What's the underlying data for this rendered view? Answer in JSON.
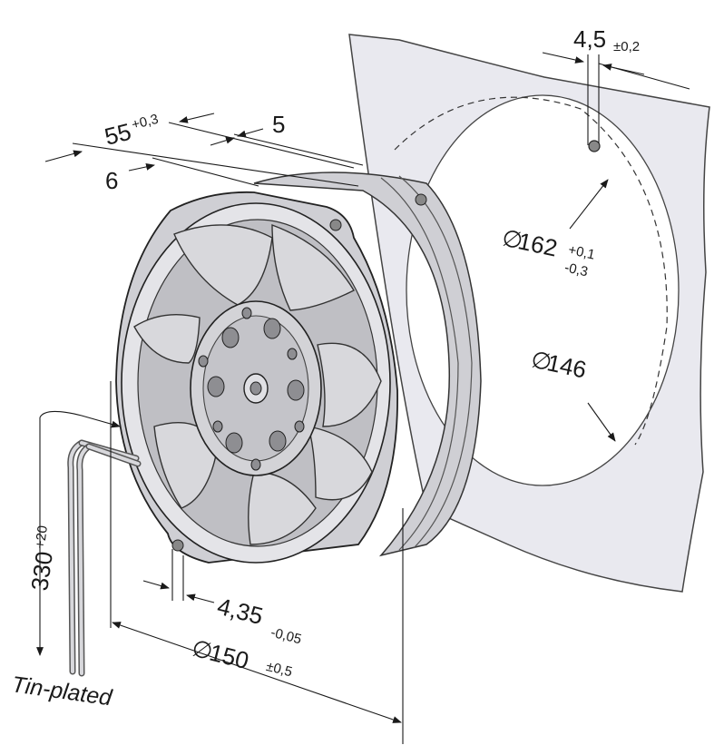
{
  "dimensions": {
    "overall_depth": {
      "value": "55",
      "tol": "+0,3"
    },
    "flange_depth": {
      "value": "5"
    },
    "offset": {
      "value": "6"
    },
    "panel_thickness": {
      "value": "4,5",
      "tol": "±0,2"
    },
    "hole_circle": {
      "value": "162",
      "tol_upper": "+0,1",
      "tol_lower": "-0,3"
    },
    "cutout_diameter": {
      "value": "146"
    },
    "mount_hole": {
      "value": "4,35",
      "tol": "-0,05"
    },
    "fan_diameter": {
      "value": "150",
      "tol": "±0,5"
    },
    "lead_length": {
      "value": "330",
      "tol": "+20"
    }
  },
  "labels": {
    "diameter_symbol": "∅",
    "leads_finish": "Tin-plated"
  },
  "colors": {
    "panel": "#e9e9ef",
    "frame": "#cfcfd4",
    "metal": "#c9c9cc",
    "dark": "#8e8e92",
    "line": "#1a1a1a"
  }
}
